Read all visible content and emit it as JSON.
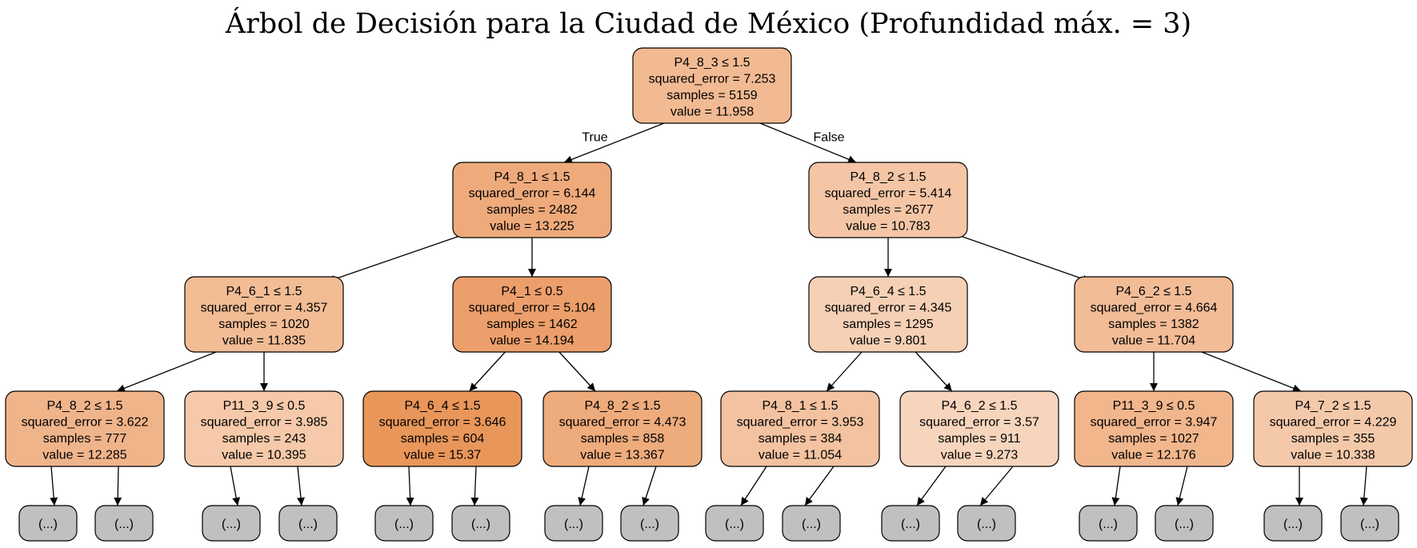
{
  "title": "Árbol de Decisión para la Ciudad de México (Profundidad máx. = 3)",
  "edge_labels": {
    "true": "True",
    "false": "False"
  },
  "nodes": [
    {
      "id": "n0",
      "split": "P4_8_3 ≤ 1.5",
      "squared_error": "squared_error = 7.253",
      "samples": "samples = 5159",
      "value": "value = 11.958",
      "color": "#f2ba92"
    },
    {
      "id": "n1",
      "split": "P4_8_1 ≤ 1.5",
      "squared_error": "squared_error = 6.144",
      "samples": "samples = 2482",
      "value": "value = 13.225",
      "color": "#efaa7b"
    },
    {
      "id": "n2",
      "split": "P4_8_2 ≤ 1.5",
      "squared_error": "squared_error = 5.414",
      "samples": "samples = 2677",
      "value": "value = 10.783",
      "color": "#f4c6a6"
    },
    {
      "id": "n3",
      "split": "P4_6_1 ≤ 1.5",
      "squared_error": "squared_error = 4.357",
      "samples": "samples = 1020",
      "value": "value = 11.835",
      "color": "#f2bc95"
    },
    {
      "id": "n4",
      "split": "P4_1 ≤ 0.5",
      "squared_error": "squared_error = 5.104",
      "samples": "samples = 1462",
      "value": "value = 14.194",
      "color": "#ec9f6b"
    },
    {
      "id": "n5",
      "split": "P4_6_4 ≤ 1.5",
      "squared_error": "squared_error = 4.345",
      "samples": "samples = 1295",
      "value": "value = 9.801",
      "color": "#f6d0b5"
    },
    {
      "id": "n6",
      "split": "P4_6_2 ≤ 1.5",
      "squared_error": "squared_error = 4.664",
      "samples": "samples = 1382",
      "value": "value = 11.704",
      "color": "#f2bc97"
    },
    {
      "id": "n7",
      "split": "P4_8_2 ≤ 1.5",
      "squared_error": "squared_error = 3.622",
      "samples": "samples = 777",
      "value": "value = 12.285",
      "color": "#f0b48b"
    },
    {
      "id": "n8",
      "split": "P11_3_9 ≤ 0.5",
      "squared_error": "squared_error = 3.985",
      "samples": "samples = 243",
      "value": "value = 10.395",
      "color": "#f5c9a9"
    },
    {
      "id": "n9",
      "split": "P4_6_4 ≤ 1.5",
      "squared_error": "squared_error = 3.646",
      "samples": "samples = 604",
      "value": "value = 15.37",
      "color": "#e9965a"
    },
    {
      "id": "n10",
      "split": "P4_8_2 ≤ 1.5",
      "squared_error": "squared_error = 4.473",
      "samples": "samples = 858",
      "value": "value = 13.367",
      "color": "#eeab7c"
    },
    {
      "id": "n11",
      "split": "P4_8_1 ≤ 1.5",
      "squared_error": "squared_error = 3.953",
      "samples": "samples = 384",
      "value": "value = 11.054",
      "color": "#f3c2a0"
    },
    {
      "id": "n12",
      "split": "P4_6_2 ≤ 1.5",
      "squared_error": "squared_error = 3.57",
      "samples": "samples = 911",
      "value": "value = 9.273",
      "color": "#f7d5bd"
    },
    {
      "id": "n13",
      "split": "P11_3_9 ≤ 0.5",
      "squared_error": "squared_error = 3.947",
      "samples": "samples = 1027",
      "value": "value = 12.176",
      "color": "#f1b68c"
    },
    {
      "id": "n14",
      "split": "P4_7_2 ≤ 1.5",
      "squared_error": "squared_error = 4.229",
      "samples": "samples = 355",
      "value": "value = 10.338",
      "color": "#f4c9aa"
    }
  ],
  "edges": [
    {
      "from": "n0",
      "to": "n1",
      "label": "true"
    },
    {
      "from": "n0",
      "to": "n2",
      "label": "false"
    },
    {
      "from": "n1",
      "to": "n3"
    },
    {
      "from": "n1",
      "to": "n4"
    },
    {
      "from": "n2",
      "to": "n5"
    },
    {
      "from": "n2",
      "to": "n6"
    },
    {
      "from": "n3",
      "to": "n7"
    },
    {
      "from": "n3",
      "to": "n8"
    },
    {
      "from": "n4",
      "to": "n9"
    },
    {
      "from": "n4",
      "to": "n10"
    },
    {
      "from": "n5",
      "to": "n11"
    },
    {
      "from": "n5",
      "to": "n12"
    },
    {
      "from": "n6",
      "to": "n13"
    },
    {
      "from": "n6",
      "to": "n14"
    }
  ],
  "truncated_label": "(...)",
  "truncated_color": "#c0c0c0"
}
